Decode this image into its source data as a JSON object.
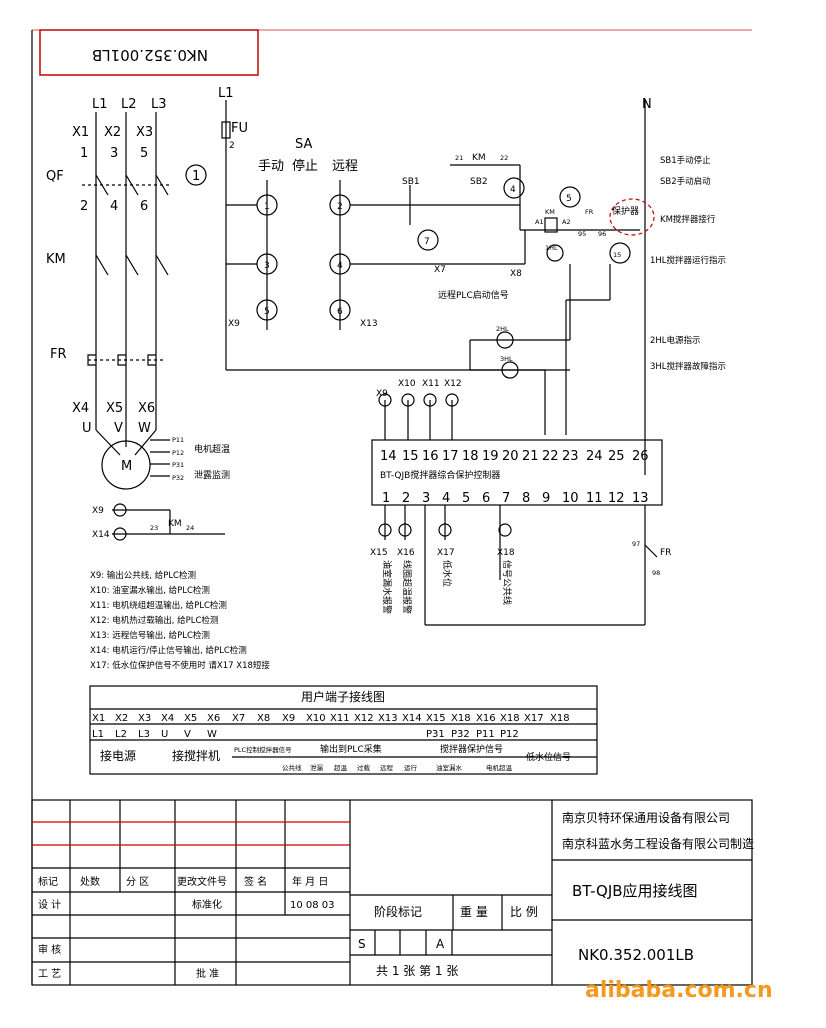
{
  "title_box": {
    "code": "NK0.352.001LB"
  },
  "power": {
    "phases": [
      "L1",
      "L2",
      "L3"
    ],
    "terminals_in": [
      "X1",
      "X2",
      "X3"
    ],
    "pole_numbers_top": [
      "1",
      "3",
      "5"
    ],
    "pole_numbers_mid": [
      "2",
      "4",
      "6"
    ],
    "terminals_out": [
      "X4",
      "X5",
      "X6"
    ],
    "uvw": [
      "U",
      "V",
      "W"
    ],
    "qf": "QF",
    "km": "KM",
    "fr": "FR",
    "circle1": "1"
  },
  "motor": {
    "label": "M",
    "pins": [
      "P11",
      "P12",
      "P31",
      "P32"
    ],
    "note1": "电机超温",
    "note2": "泄露监测"
  },
  "control": {
    "l1": "L1",
    "fu": "FU",
    "fu_num": "2",
    "sa": "SA",
    "manual": "手动",
    "stop": "停止",
    "remote": "远程",
    "sa_contacts": [
      "1",
      "2",
      "3",
      "4",
      "5",
      "6"
    ],
    "x9": "X9",
    "x13": "X13",
    "x7": "X7",
    "x8": "X8",
    "sb1": "SB1",
    "sb2": "SB2",
    "km_contact": "KM",
    "n21": "21",
    "n22": "22",
    "circle4": "4",
    "circle5": "5",
    "circle7": "7",
    "circle15": "15",
    "km_coil": "KM",
    "a1": "A1",
    "a2": "A2",
    "fr_small": "FR",
    "n95": "95",
    "n96": "96",
    "protector": "保护器",
    "hl1": "1HL",
    "remote_plc": "远程PLC启动信号",
    "n": "N"
  },
  "legend_right": [
    "SB1手动停止",
    "SB2手动启动",
    "KM搅拌器接行",
    "1HL搅拌器运行指示",
    "2HL电源指示",
    "3HL搅拌器故障指示"
  ],
  "lamps": {
    "hl2": "2HL",
    "hl3": "3HL"
  },
  "controller": {
    "name": "BT-QJB搅拌器综合保护控制器",
    "top_terminals": [
      "14",
      "15",
      "16",
      "17",
      "18",
      "19",
      "20",
      "21",
      "22",
      "23",
      "24",
      "25",
      "26"
    ],
    "bottom_terminals": [
      "1",
      "2",
      "3",
      "4",
      "5",
      "6",
      "7",
      "8",
      "9",
      "10",
      "11",
      "12",
      "13"
    ],
    "top_x": [
      "X9",
      "X10",
      "X11",
      "X12"
    ],
    "bottom_x": [
      "X15",
      "X16",
      "X17",
      "X18"
    ],
    "vertical_labels": [
      "油室漏水报警",
      "线圈超温报警",
      "低水位",
      "信号公共线"
    ],
    "fr_side": "FR",
    "n97": "97",
    "n98": "98"
  },
  "x9_x14": {
    "x9": "X9",
    "x14": "X14",
    "n23": "23",
    "km": "KM",
    "n24": "24"
  },
  "notes": [
    "X9: 输出公共线, 给PLC检测",
    "X10: 油室漏水输出, 给PLC检测",
    "X11: 电机绕组超温输出, 给PLC检测",
    "X12: 电机热过载输出, 给PLC检测",
    "X13: 远程信号输出, 给PLC检测",
    "X14: 电机运行/停止信号输出, 给PLC检测",
    "X17: 低水位保护信号不使用时 请X17 X18短接"
  ],
  "user_table": {
    "title": "用户端子接线图",
    "row1": [
      "X1",
      "X2",
      "X3",
      "X4",
      "X5",
      "X6",
      "X7",
      "X8",
      "X9",
      "X10",
      "X11",
      "X12",
      "X13",
      "X14",
      "X15",
      "X18",
      "X16",
      "X18",
      "X17",
      "X18"
    ],
    "row2": [
      "L1",
      "L2",
      "L3",
      "U",
      "V",
      "W",
      "",
      "",
      "",
      "",
      "",
      "",
      "",
      "",
      "P31",
      "P32",
      "P11",
      "P12",
      "",
      ""
    ],
    "groups": [
      "接电源",
      "接搅拌机",
      "PLC控制搅拌器信号",
      "输出到PLC采集",
      "搅拌器保护信号",
      "低水位信号"
    ],
    "sub_plc": [
      "公共线",
      "泄漏",
      "超温",
      "过载",
      "远程",
      "运行"
    ],
    "sub_prot": [
      "油室漏水",
      "电机超温"
    ]
  },
  "title_block": {
    "company1": "南京贝特环保通用设备有限公司",
    "company2": "南京科蓝水务工程设备有限公司制造",
    "drawing_name": "BT-QJB应用接线图",
    "drawing_no": "NK0.352.001LB",
    "rev_headers": [
      "标记",
      "处数",
      "分 区",
      "更改文件号",
      "签 名",
      "年 月 日"
    ],
    "design": "设 计",
    "standard": "标准化",
    "date": "10 08 03",
    "review": "审 核",
    "process": "工 艺",
    "approve": "批 准",
    "stage": "阶段标记",
    "weight": "重 量",
    "scale": "比 例",
    "s": "S",
    "a": "A",
    "sheets": "共 1 张  第 1 张"
  },
  "watermark": "alibaba.com.cn"
}
